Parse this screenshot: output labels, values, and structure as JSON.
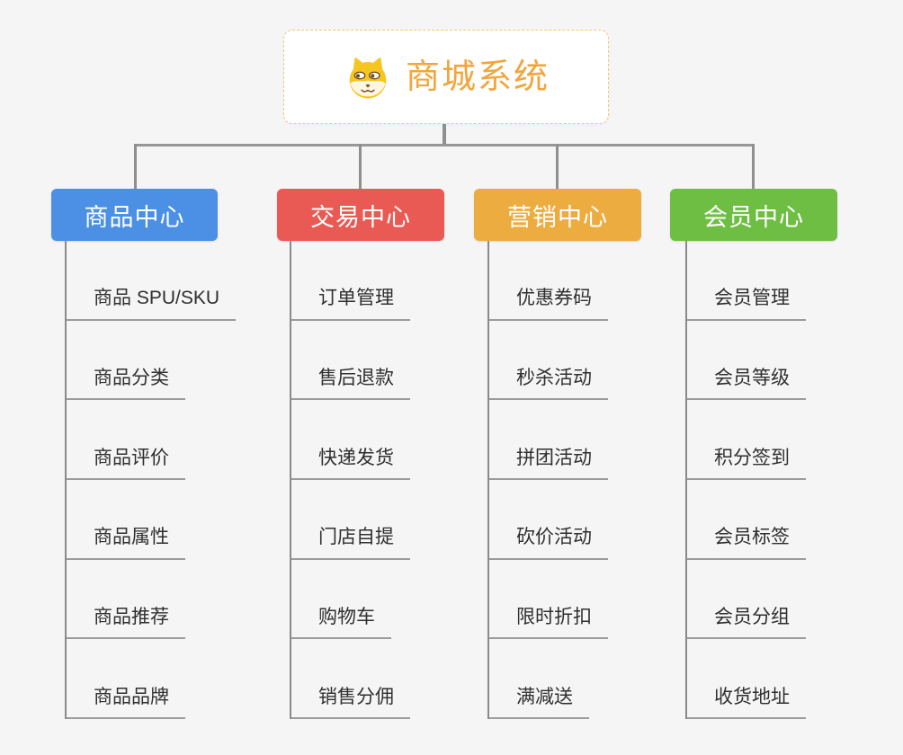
{
  "root": {
    "title": "商城系统",
    "icon": "shiba-dog-icon",
    "title_color": "#f2a53c",
    "border_color": "#f3c571"
  },
  "branches": [
    {
      "label": "商品中心",
      "color": "#4b90e4",
      "items": [
        "商品 SPU/SKU",
        "商品分类",
        "商品评价",
        "商品属性",
        "商品推荐",
        "商品品牌"
      ]
    },
    {
      "label": "交易中心",
      "color": "#ea5a54",
      "items": [
        "订单管理",
        "售后退款",
        "快递发货",
        "门店自提",
        "购物车",
        "销售分佣"
      ]
    },
    {
      "label": "营销中心",
      "color": "#ecac3f",
      "items": [
        "优惠券码",
        "秒杀活动",
        "拼团活动",
        "砍价活动",
        "限时折扣",
        "满减送"
      ]
    },
    {
      "label": "会员中心",
      "color": "#6fbe44",
      "items": [
        "会员管理",
        "会员等级",
        "积分签到",
        "会员标签",
        "会员分组",
        "收货地址"
      ]
    }
  ],
  "connector_color": "#8f8f8f"
}
